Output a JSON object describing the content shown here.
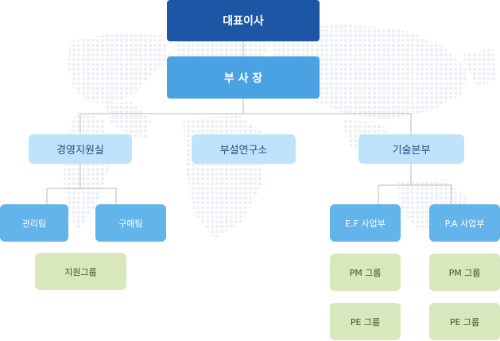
{
  "ceo": {
    "label": "대표이사"
  },
  "vice_president": {
    "label": "부 사 장"
  },
  "departments": [
    {
      "label": "경영지원실"
    },
    {
      "label": "부설연구소"
    },
    {
      "label": "기술본부"
    }
  ],
  "management": {
    "teams": [
      {
        "label": "관리팀"
      },
      {
        "label": "구매팀"
      }
    ],
    "groups": [
      {
        "label": "지원그룹"
      }
    ]
  },
  "technology": {
    "divisions": [
      {
        "label": "E.F 사업부",
        "groups": [
          {
            "label": "PM 그룹"
          },
          {
            "label": "PE 그룹"
          }
        ]
      },
      {
        "label": "P.A 사업부",
        "groups": [
          {
            "label": "PM 그룹"
          },
          {
            "label": "PE 그룹"
          }
        ]
      }
    ]
  },
  "colors": {
    "ceo": "#1e56a6",
    "vice_president": "#4aa2e2",
    "department": "#bee3fb",
    "team": "#63b4ea",
    "group": "#d9e8bc",
    "connector": "#b9b9b9",
    "map_dots": "#eef0f3"
  }
}
